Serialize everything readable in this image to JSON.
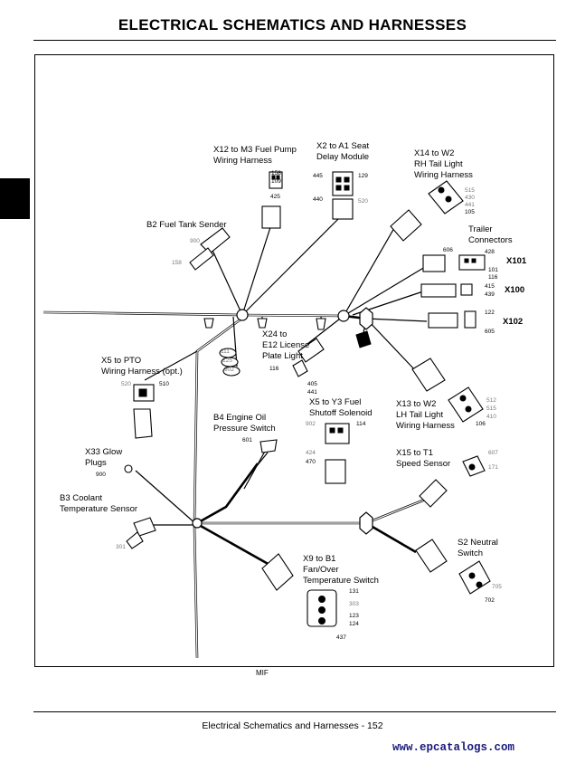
{
  "header": {
    "title": "ELECTRICAL   SCHEMATICS AND HARNESSES"
  },
  "footer": {
    "text": "Electrical   Schematics and Harnesses  - 152",
    "code": "MIF"
  },
  "watermark": "www.epcatalogs.com",
  "diagram": {
    "labels": {
      "x12": [
        "X12 to M3 Fuel Pump",
        "Wiring Harness"
      ],
      "x2": [
        "X2 to A1 Seat",
        "Delay Module"
      ],
      "x14": [
        "X14 to W2",
        "RH Tail Light",
        "Wiring Harness"
      ],
      "b2": [
        "B2 Fuel Tank Sender"
      ],
      "trailer": [
        "Trailer",
        "Connectors"
      ],
      "x101": [
        "X101"
      ],
      "x100": [
        "X100"
      ],
      "x102": [
        "X102"
      ],
      "x24": [
        "X24 to",
        "E12 License",
        "Plate Light"
      ],
      "x5pto": [
        "X5 to PTO",
        "Wiring Harness (opt.)"
      ],
      "x5y3": [
        "X5 to Y3 Fuel",
        "Shutoff Solenoid"
      ],
      "x13": [
        "X13 to W2",
        "LH Tail Light",
        "Wiring Harness"
      ],
      "b4": [
        "B4 Engine Oil",
        "Pressure Switch"
      ],
      "x33": [
        "X33 Glow",
        "Plugs"
      ],
      "x15": [
        "X15 to T1",
        "Speed Sensor"
      ],
      "b3": [
        "B3 Coolant",
        "Temperature Sensor"
      ],
      "s2": [
        "S2 Neutral",
        "Switch"
      ],
      "x9": [
        "X9 to B1",
        "Fan/Over",
        "Temperature Switch"
      ]
    },
    "wire_numbers": {
      "x12_a": "158",
      "x12_b": "109",
      "x12_c": "425",
      "x2_a": "445",
      "x2_b": "129",
      "x2_c": "440",
      "x2_d": "520",
      "x14_a": "515",
      "x14_b": "430",
      "x14_c": "441",
      "x14_d": "105",
      "b2_a": "900",
      "b2_b": "158",
      "tr_a": "606",
      "tr_b": "428",
      "tr_c": "101",
      "tr_d": "116",
      "x100_a": "415",
      "x100_b": "439",
      "x102_a": "122",
      "x102_b": "605",
      "x24_a": "116",
      "x24_b": "405",
      "x24_c": "441",
      "x5pto_a": "520",
      "x5pto_b": "510",
      "x5y3_a": "902",
      "x5y3_b": "114",
      "x5y3_c": "424",
      "x5y3_d": "470",
      "x13_a": "512",
      "x13_b": "515",
      "x13_c": "410",
      "x13_d": "106",
      "b4_a": "601",
      "x33_a": "900",
      "x15_a": "607",
      "x15_b": "171",
      "b3_a": "301",
      "s2_a": "705",
      "s2_b": "702",
      "x9_a": "131",
      "x9_b": "303",
      "x9_c": "123",
      "x9_d": "124",
      "x9_e": "437",
      "trunk_a": "111",
      "trunk_b": "125",
      "trunk_c": "902"
    }
  }
}
